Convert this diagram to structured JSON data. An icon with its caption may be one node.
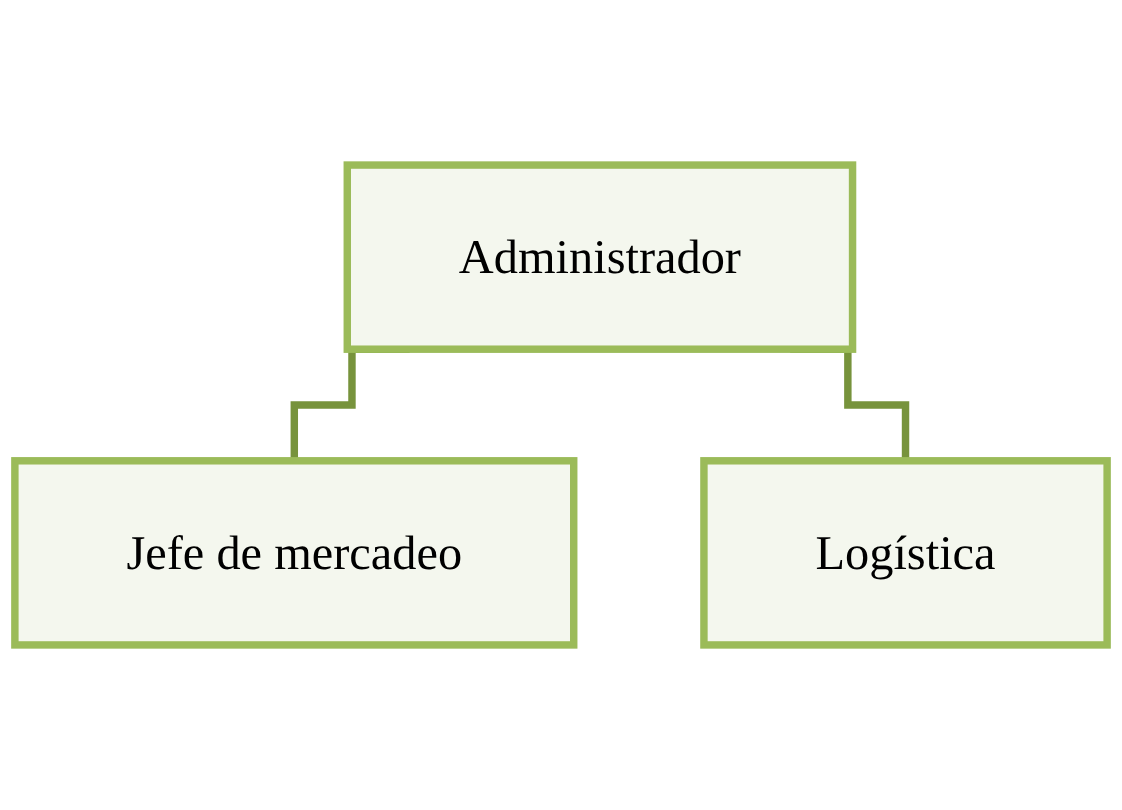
{
  "diagram": {
    "nodes": [
      {
        "text": [
          "Administrador"
        ]
      },
      {
        "text": [
          "Jefe de mercadeo"
        ]
      },
      {
        "text": [
          "Logística"
        ]
      }
    ],
    "edges": [
      {
        "from": 0,
        "to": 1,
        "arrow": "none"
      },
      {
        "from": 0,
        "to": 2,
        "arrow": "none"
      }
    ]
  }
}
